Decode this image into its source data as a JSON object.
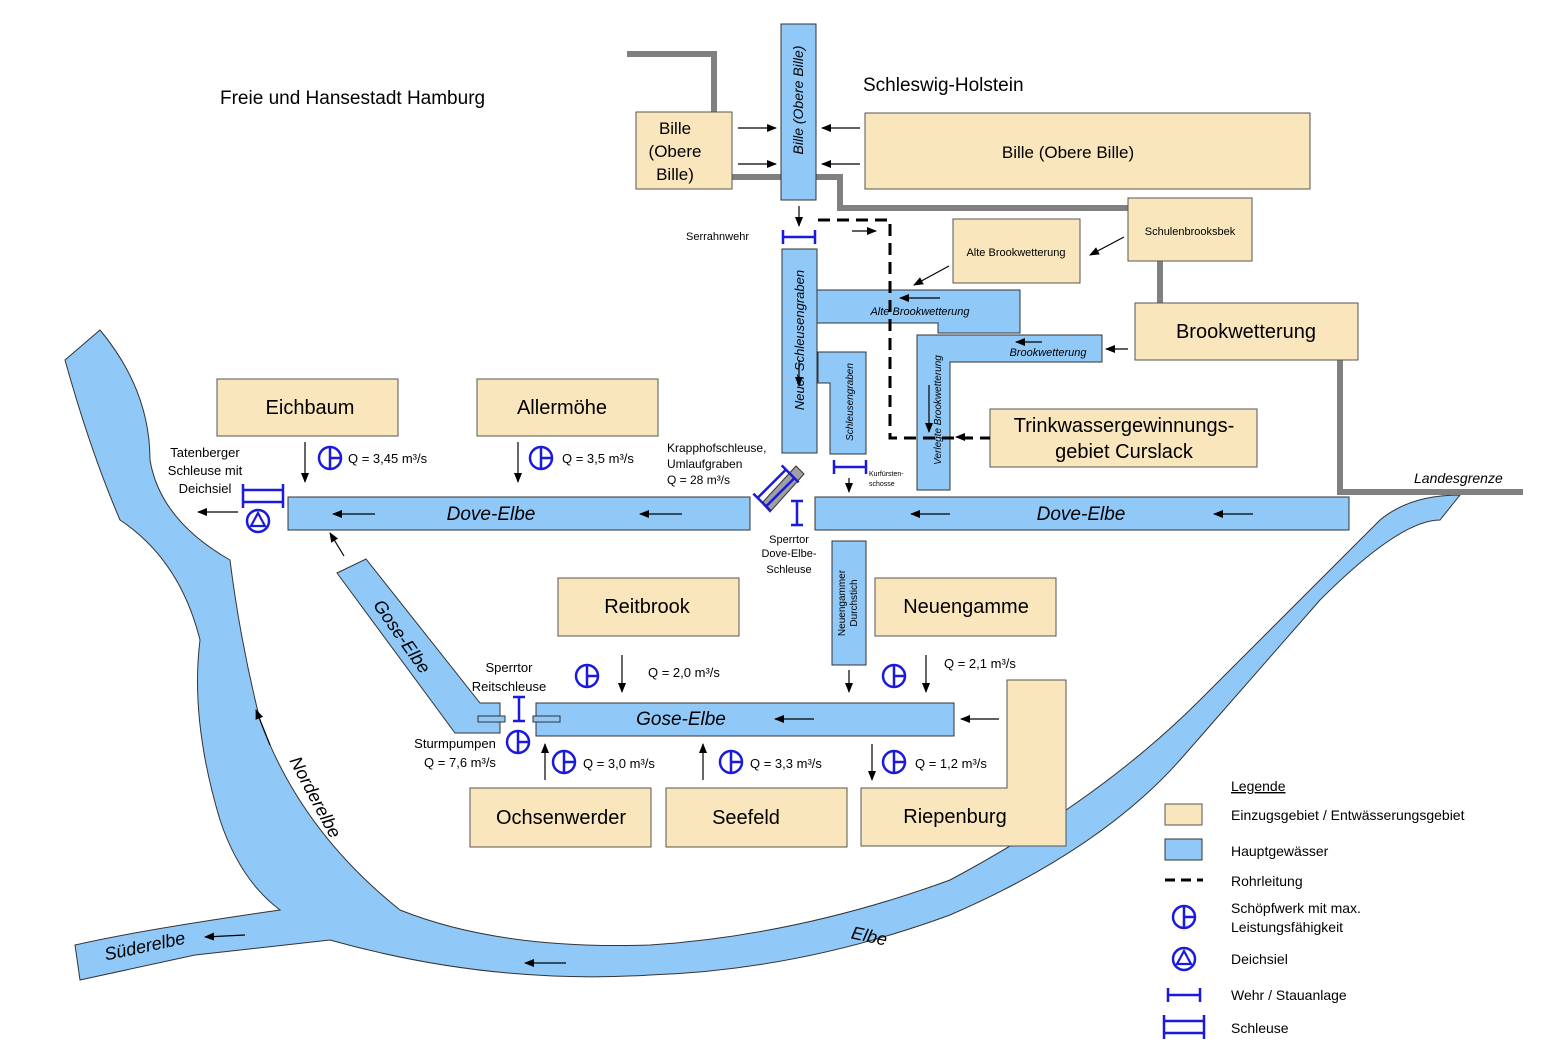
{
  "regions": {
    "hamburg": "Freie und Hansestadt Hamburg",
    "sh": "Schleswig-Holstein",
    "border": "Landesgrenze"
  },
  "catchments": {
    "bille_left": [
      "Bille",
      "(Obere",
      "Bille)"
    ],
    "bille_right": "Bille (Obere Bille)",
    "alte_brookwetterung": "Alte Brookwetterung",
    "schulenbrooksbek": "Schulenbrooksbek",
    "brookwetterung": "Brookwetterung",
    "trinkwasser": [
      "Trinkwassergewinnungs-",
      "gebiet Curslack"
    ],
    "eichbaum": "Eichbaum",
    "allermoehe": "Allermöhe",
    "reitbrook": "Reitbrook",
    "neuengamme": "Neuengamme",
    "ochsenwerder": "Ochsenwerder",
    "seefeld": "Seefeld",
    "riepenburg": "Riepenburg"
  },
  "waters": {
    "obere_bille": "Bille (Obere Bille)",
    "neuer_schleusengraben": "Neuer Schleusengraben",
    "schleusengraben": "Schleusengraben",
    "alte_brookwetterung": "Alte Brookwetterung",
    "brookwetterung": "Brookwetterung",
    "verlegte_brookwetterung": "Verlegte Brookwetterung",
    "dove_elbe_left": "Dove-Elbe",
    "dove_elbe_right": "Dove-Elbe",
    "gose_elbe_diag": "Gose-Elbe",
    "gose_elbe": "Gose-Elbe",
    "neuengammer": [
      "Neuengammer",
      "Durchstich"
    ],
    "norderelbe": "Norderelbe",
    "suederelbe": "Süderelbe",
    "elbe": "Elbe"
  },
  "structures": {
    "serrahnwehr": "Serrahnwehr",
    "tatenberger": [
      "Tatenberger",
      "Schleuse mit",
      "Deichsiel"
    ],
    "krapphof": [
      "Krapphofschleuse,",
      "Umlaufgraben",
      "Q = 28 m³/s"
    ],
    "sperrtor_dove": [
      "Sperrtor",
      "Dove-Elbe-",
      "Schleuse"
    ],
    "kurfuersten": [
      "Kurfürsten-",
      "schosse"
    ],
    "sperrtor_reit": [
      "Sperrtor",
      "Reitschleuse"
    ],
    "sturmpumpen": [
      "Sturmpumpen",
      "Q = 7,6 m³/s"
    ]
  },
  "pumps": {
    "eichbaum": "Q = 3,45 m³/s",
    "allermoehe": "Q = 3,5 m³/s",
    "reitbrook": "Q = 2,0 m³/s",
    "neuengamme": "Q = 2,1 m³/s",
    "ochsenwerder": "Q = 3,0 m³/s",
    "seefeld": "Q = 3,3 m³/s",
    "riepenburg": "Q = 1,2 m³/s"
  },
  "legend": {
    "title": "Legende",
    "items": [
      "Einzugsgebiet / Entwässerungsgebiet",
      "Hauptgewässer",
      "Rohrleitung",
      "Schöpfwerk mit max.",
      "Leistungsfähigkeit",
      "Deichsiel",
      "Wehr / Stauanlage",
      "Schleuse"
    ]
  },
  "colors": {
    "catchment": "#fae6bc",
    "water": "#90c8f8",
    "symbol": "#1a1adc",
    "border": "#808080"
  },
  "icons": [
    "pump-station-icon",
    "dike-sluice-icon",
    "weir-icon",
    "lock-icon",
    "flow-arrow-icon"
  ]
}
